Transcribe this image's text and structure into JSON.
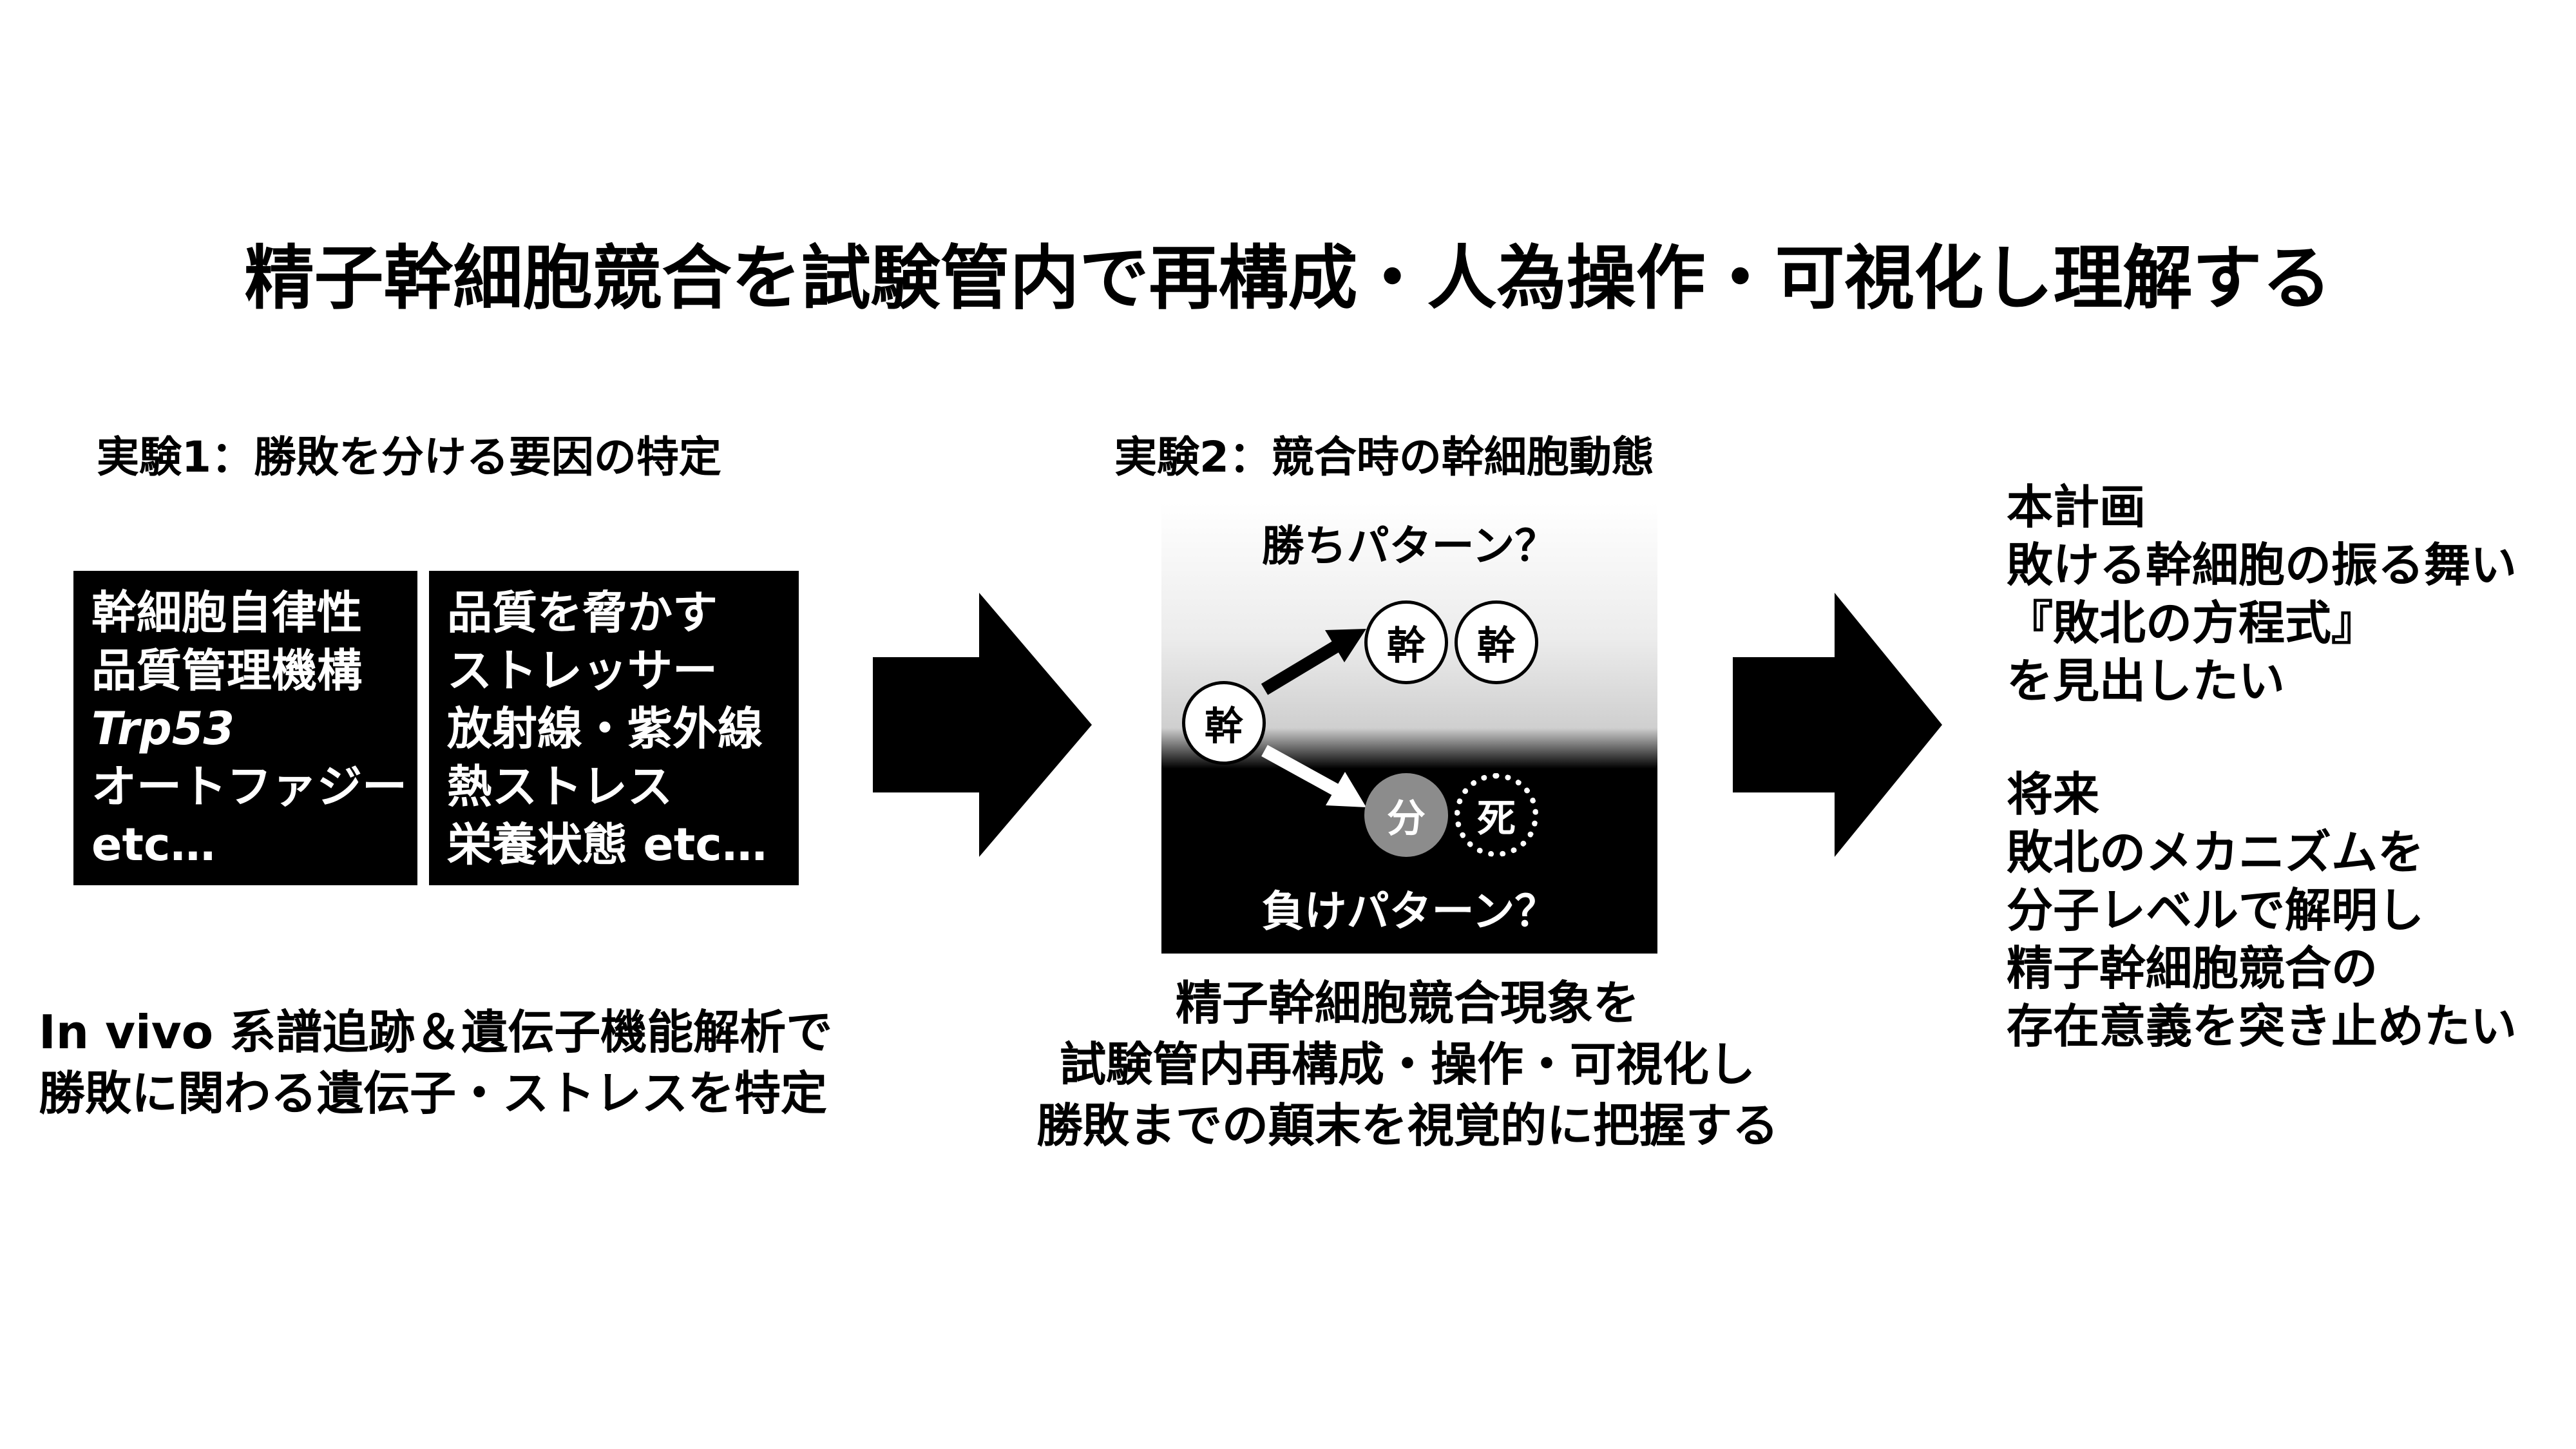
{
  "title": "精子幹細胞競合を試験管内で再構成・人為操作・可視化し理解する",
  "experiment1": {
    "heading": "実験1：勝敗を分ける要因の特定",
    "box_left": [
      "幹細胞自律性",
      "品質管理機構",
      "Trp53",
      "オートファジー",
      "etc…"
    ],
    "box_right": [
      "品質を脅かす",
      "ストレッサー",
      "放射線・紫外線",
      "熱ストレス",
      "栄養状態 etc…"
    ],
    "caption": [
      "In vivo 系譜追跡＆遺伝子機能解析で",
      "勝敗に関わる遺伝子・ストレスを特定"
    ]
  },
  "experiment2": {
    "heading": "実験2：競合時の幹細胞動態",
    "win_label": "勝ちパターン？",
    "lose_label": "負けパターン？",
    "cells": {
      "stem": "幹",
      "win_a": "幹",
      "win_b": "幹",
      "divide": "分",
      "death": "死"
    },
    "caption": [
      "精子幹細胞競合現象を",
      "試験管内再構成・操作・可視化し",
      "勝敗までの顛末を視覚的に把握する"
    ]
  },
  "plan": {
    "lines": [
      "本計画",
      "敗ける幹細胞の振る舞い",
      "『敗北の方程式』",
      "を見出したい"
    ]
  },
  "future": {
    "lines": [
      "将来",
      "敗北のメカニズムを",
      "分子レベルで解明し",
      "精子幹細胞競合の",
      "存在意義を突き止めたい"
    ]
  },
  "colors": {
    "background": "#ffffff",
    "box": "#000000",
    "box_text": "#ffffff",
    "divide_cell": "#8c8c8c"
  },
  "icons": [
    "big-arrow-right-icon",
    "arrow-up-right-icon",
    "arrow-down-right-icon"
  ]
}
